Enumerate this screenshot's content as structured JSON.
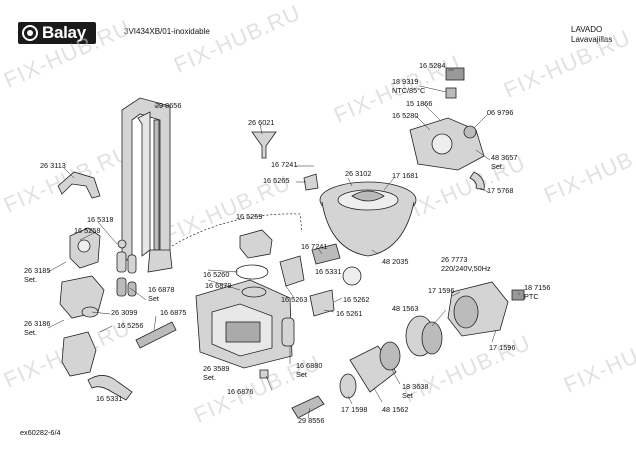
{
  "header": {
    "brand": "Balay",
    "model": "3VI434XB/01-inoxidable",
    "section": "LAVADO",
    "appliance": "Lavavajillas"
  },
  "footer": {
    "doc_id": "ex60282-6/4"
  },
  "watermark": "FIX-HUB.RU",
  "parts": [
    {
      "id": "p298656",
      "text": "29 8656"
    },
    {
      "id": "p263113",
      "text": "26 3113"
    },
    {
      "id": "p165318",
      "text": "16 5318"
    },
    {
      "id": "p165258",
      "text": "16 5258"
    },
    {
      "id": "p263185",
      "text": "26 3185\nSet."
    },
    {
      "id": "p263186",
      "text": "26 3186\nSet."
    },
    {
      "id": "p263099",
      "text": "26 3099"
    },
    {
      "id": "p165256",
      "text": "16 5256"
    },
    {
      "id": "p165331a",
      "text": "16 5331"
    },
    {
      "id": "p166878",
      "text": "16 6878\nSet"
    },
    {
      "id": "p166879",
      "text": "16 6879"
    },
    {
      "id": "p166875",
      "text": "16 6875"
    },
    {
      "id": "p165260",
      "text": "16 5260"
    },
    {
      "id": "p165259",
      "text": "16 5259"
    },
    {
      "id": "p266021",
      "text": "26 6021"
    },
    {
      "id": "p167241a",
      "text": "16 7241"
    },
    {
      "id": "p165265",
      "text": "16 5265"
    },
    {
      "id": "p167241b",
      "text": "16 7241"
    },
    {
      "id": "p165331b",
      "text": "16 5331"
    },
    {
      "id": "p165263",
      "text": "16 5263"
    },
    {
      "id": "p165262",
      "text": "16 5262"
    },
    {
      "id": "p165261",
      "text": "16 5261"
    },
    {
      "id": "p263589",
      "text": "26 3589\nSet."
    },
    {
      "id": "p166876",
      "text": "16 6876"
    },
    {
      "id": "p166880",
      "text": "16 6880\nSet"
    },
    {
      "id": "p298556",
      "text": "29 8556"
    },
    {
      "id": "p263102",
      "text": "26 3102"
    },
    {
      "id": "p171681",
      "text": "17 1681"
    },
    {
      "id": "p482035",
      "text": "48 2035"
    },
    {
      "id": "p165284",
      "text": "16 5284"
    },
    {
      "id": "p189319",
      "text": "18 9319\nNTC/85°C"
    },
    {
      "id": "p151866",
      "text": "15 1866"
    },
    {
      "id": "p165280",
      "text": "16 5280"
    },
    {
      "id": "p069796",
      "text": "06 9796"
    },
    {
      "id": "p483657",
      "text": "48 3657\nSet."
    },
    {
      "id": "p175768",
      "text": "17 5768"
    },
    {
      "id": "p267773",
      "text": "26 7773\n220/240V,50Hz"
    },
    {
      "id": "p171596a",
      "text": "17 1596"
    },
    {
      "id": "p481563",
      "text": "48 1563"
    },
    {
      "id": "p187156",
      "text": "18 7156\nPTC"
    },
    {
      "id": "p171596b",
      "text": "17 1596"
    },
    {
      "id": "p183638",
      "text": "18 3638\nSet"
    },
    {
      "id": "p171598",
      "text": "17 1598"
    },
    {
      "id": "p481562",
      "text": "48 1562"
    }
  ],
  "colors": {
    "ink": "#1a1a1a",
    "part_gray": "#cfcfcf",
    "watermark": "#c8c8c8"
  }
}
